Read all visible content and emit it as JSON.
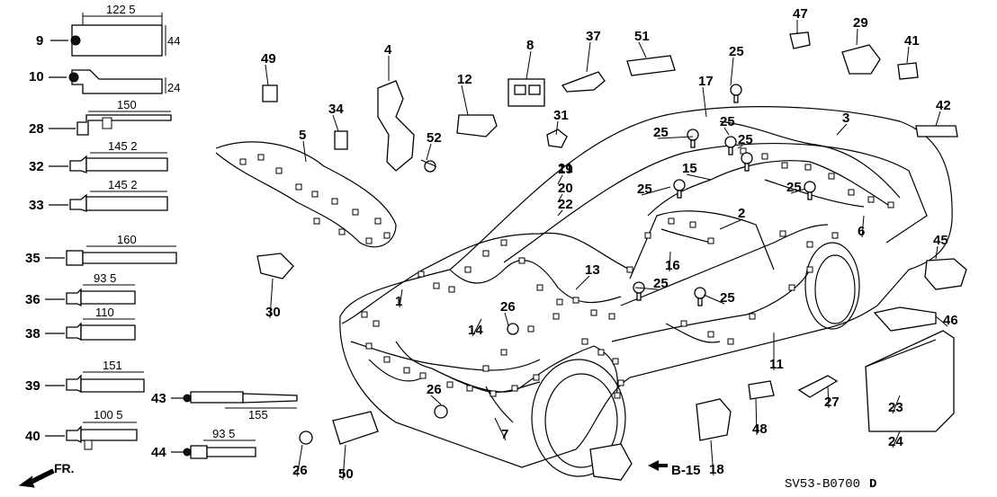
{
  "diagram_code": "SV53-B0700",
  "diagram_code_suffix": "D",
  "front_label": "FR.",
  "ref_label": "B-15",
  "clips": [
    {
      "part": "9",
      "dims": [
        "122 5",
        "44"
      ]
    },
    {
      "part": "10",
      "dims": [
        "24"
      ]
    },
    {
      "part": "28",
      "dims": [
        "150"
      ]
    },
    {
      "part": "32",
      "dims": [
        "145 2"
      ]
    },
    {
      "part": "33",
      "dims": [
        "145 2"
      ]
    },
    {
      "part": "35",
      "dims": [
        "160"
      ]
    },
    {
      "part": "36",
      "dims": [
        "93 5"
      ]
    },
    {
      "part": "38",
      "dims": [
        "110"
      ]
    },
    {
      "part": "39",
      "dims": [
        "151"
      ]
    },
    {
      "part": "40",
      "dims": [
        "100 5"
      ]
    },
    {
      "part": "43",
      "dims": [
        "155"
      ]
    },
    {
      "part": "44",
      "dims": [
        "93 5"
      ]
    }
  ],
  "callouts": [
    "1",
    "2",
    "3",
    "4",
    "5",
    "6",
    "7",
    "8",
    "11",
    "12",
    "13",
    "14",
    "15",
    "16",
    "17",
    "18",
    "19",
    "20",
    "21",
    "22",
    "23",
    "24",
    "25",
    "25",
    "25",
    "25",
    "25",
    "25",
    "25",
    "25",
    "26",
    "26",
    "26",
    "27",
    "29",
    "30",
    "31",
    "34",
    "37",
    "41",
    "42",
    "45",
    "46",
    "47",
    "48",
    "49",
    "50",
    "51",
    "52"
  ],
  "colors": {
    "line": "#000000",
    "background": "#ffffff"
  }
}
